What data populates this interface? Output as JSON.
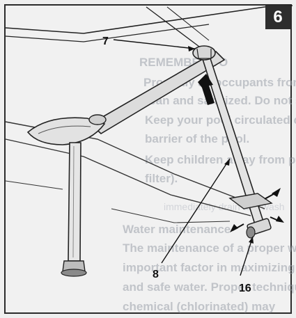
{
  "step_number": "6",
  "callouts": {
    "c7": "7",
    "c8": "8",
    "c16": "16"
  },
  "bleed_text": {
    "heading": "REMEMBER TO",
    "line1": "Promptly all occupants from",
    "line2": "clean and sanitized. Do not swall",
    "line3": "Keep your pool circulated clear",
    "line4": "barrier of the pool.",
    "line5": "Keep children away from pool c",
    "line6": "filter).",
    "line7": "immediately drain and wash",
    "line8": "Water maintenance",
    "line9": "The maintenance of a proper water",
    "line10": "important factor in maximizing the li",
    "line11": "and safe water. Proper technique is",
    "line12": "chemical (chlorinated) may"
  }
}
